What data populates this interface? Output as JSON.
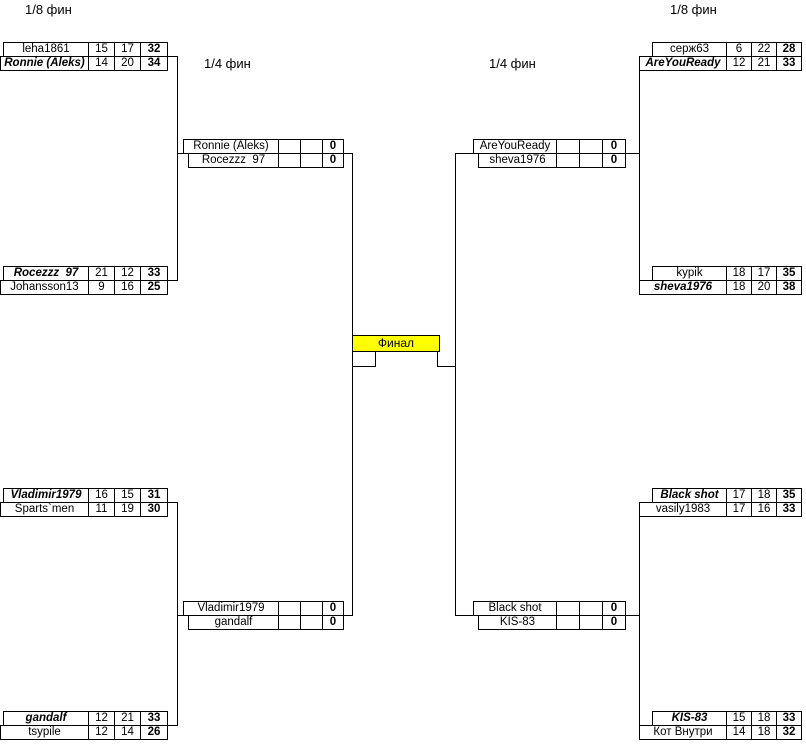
{
  "labels": {
    "r18_left": "1/8 фин",
    "r18_right": "1/8 фин",
    "r14_left": "1/4 фин",
    "r14_right": "1/4 фин",
    "final": "Финал"
  },
  "colors": {
    "final_highlight": "#ffff00",
    "line": "#000000"
  },
  "r16": [
    {
      "p": [
        {
          "name": "leha1861",
          "s1": "15",
          "s2": "17",
          "t": "32",
          "w": false
        },
        {
          "name": "Ronnie (Aleks)",
          "s1": "14",
          "s2": "20",
          "t": "34",
          "w": true
        }
      ]
    },
    {
      "p": [
        {
          "name": "Rocezzz  97",
          "s1": "21",
          "s2": "12",
          "t": "33",
          "w": true
        },
        {
          "name": "Johansson13",
          "s1": "9",
          "s2": "16",
          "t": "25",
          "w": false
        }
      ]
    },
    {
      "p": [
        {
          "name": "Vladimir1979",
          "s1": "16",
          "s2": "15",
          "t": "31",
          "w": true
        },
        {
          "name": "Sparts`men",
          "s1": "11",
          "s2": "19",
          "t": "30",
          "w": false
        }
      ]
    },
    {
      "p": [
        {
          "name": "gandalf",
          "s1": "12",
          "s2": "21",
          "t": "33",
          "w": true
        },
        {
          "name": "tsypile",
          "s1": "12",
          "s2": "14",
          "t": "26",
          "w": false
        }
      ]
    },
    {
      "p": [
        {
          "name": "серж63",
          "s1": "6",
          "s2": "22",
          "t": "28",
          "w": false
        },
        {
          "name": "AreYouReady",
          "s1": "12",
          "s2": "21",
          "t": "33",
          "w": true
        }
      ]
    },
    {
      "p": [
        {
          "name": "kypik",
          "s1": "18",
          "s2": "17",
          "t": "35",
          "w": false
        },
        {
          "name": "sheva1976",
          "s1": "18",
          "s2": "20",
          "t": "38",
          "w": true
        }
      ]
    },
    {
      "p": [
        {
          "name": "Black shot",
          "s1": "17",
          "s2": "18",
          "t": "35",
          "w": true
        },
        {
          "name": "vasily1983",
          "s1": "17",
          "s2": "16",
          "t": "33",
          "w": false
        }
      ]
    },
    {
      "p": [
        {
          "name": "KIS-83",
          "s1": "15",
          "s2": "18",
          "t": "33",
          "w": true
        },
        {
          "name": "Кот Внутри",
          "s1": "14",
          "s2": "18",
          "t": "32",
          "w": false
        }
      ]
    }
  ],
  "qf": [
    {
      "p": [
        {
          "name": "Ronnie (Aleks)",
          "s1": "",
          "s2": "",
          "t": "0"
        },
        {
          "name": "Rocezzz  97",
          "s1": "",
          "s2": "",
          "t": "0"
        }
      ]
    },
    {
      "p": [
        {
          "name": "Vladimir1979",
          "s1": "",
          "s2": "",
          "t": "0"
        },
        {
          "name": "gandalf",
          "s1": "",
          "s2": "",
          "t": "0"
        }
      ]
    },
    {
      "p": [
        {
          "name": "AreYouReady",
          "s1": "",
          "s2": "",
          "t": "0"
        },
        {
          "name": "sheva1976",
          "s1": "",
          "s2": "",
          "t": "0"
        }
      ]
    },
    {
      "p": [
        {
          "name": "Black shot",
          "s1": "",
          "s2": "",
          "t": "0"
        },
        {
          "name": "KIS-83",
          "s1": "",
          "s2": "",
          "t": "0"
        }
      ]
    }
  ]
}
